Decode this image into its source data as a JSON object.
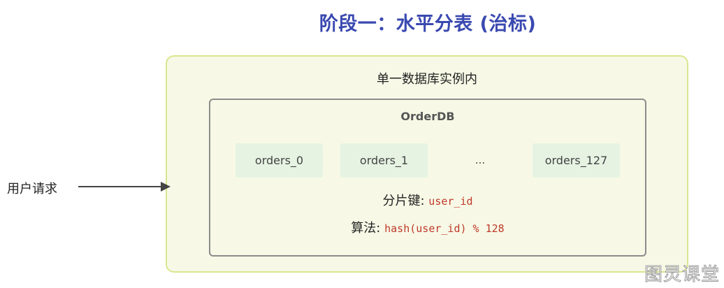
{
  "title": "阶段一：水平分表 (治标)",
  "instance": {
    "label": "单一数据库实例内"
  },
  "database": {
    "name": "OrderDB",
    "tables": [
      "orders_0",
      "orders_1",
      "orders_127"
    ],
    "ellipsis": "..."
  },
  "shard_key": {
    "label": "分片键:",
    "value": "user_id"
  },
  "algorithm": {
    "label": "算法:",
    "value": "hash(user_id) % 128"
  },
  "client": {
    "label": "用户请求"
  },
  "watermark": "图灵课堂",
  "colors": {
    "title": "#3a49b0",
    "instance_fill": "#f7f9e6",
    "instance_border": "#d9e68f",
    "db_border": "#8c8c8c",
    "table_fill": "#e6f3e3",
    "code": "#c0392b"
  }
}
